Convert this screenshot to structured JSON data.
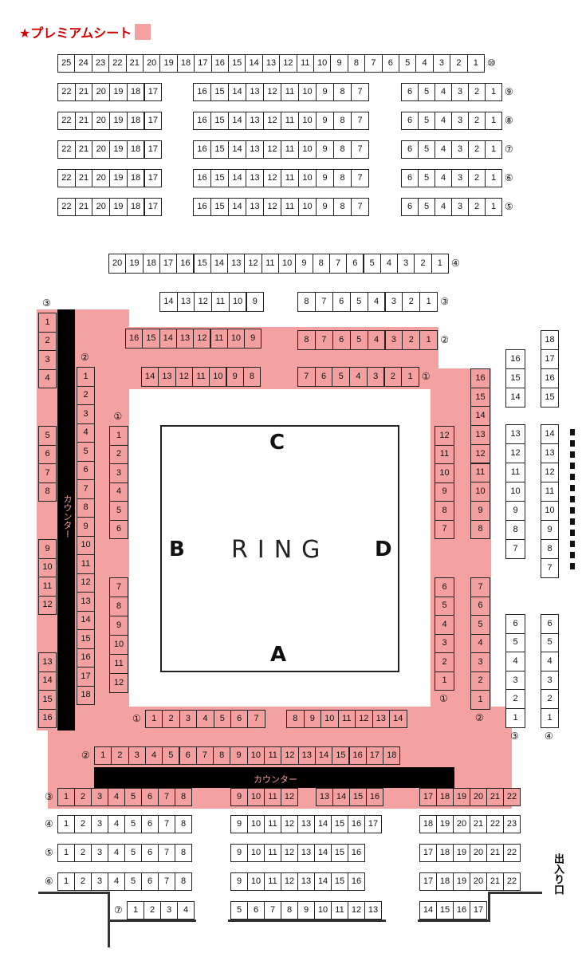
{
  "legend": {
    "label": "★プレミアムシート",
    "color": "#f4a1a1"
  },
  "ring": {
    "label": "RING",
    "sides": {
      "top": "C",
      "bottom": "A",
      "left": "B",
      "right": "D"
    }
  },
  "counter_label": "カウンター",
  "exit_label": "出入り口",
  "colors": {
    "premium": "#f4a1a1",
    "counter": "#000000",
    "legend_text": "#d10000"
  },
  "blocks": [
    {
      "id": "n10",
      "row": "⑩",
      "seats": [
        25,
        24,
        23,
        22,
        21,
        20,
        19,
        18,
        17,
        16,
        15,
        14,
        13,
        12,
        11,
        10,
        9,
        8,
        7,
        6,
        5,
        4,
        3,
        2,
        1
      ],
      "premium": false
    },
    {
      "id": "n9a",
      "row": "",
      "seats": [
        22,
        21,
        20,
        19,
        18,
        17
      ],
      "premium": false
    },
    {
      "id": "n9b",
      "row": "",
      "seats": [
        16,
        15,
        14,
        13,
        12,
        11,
        10,
        9,
        8,
        7
      ],
      "premium": false
    },
    {
      "id": "n9c",
      "row": "⑨",
      "seats": [
        6,
        5,
        4,
        3,
        2,
        1
      ],
      "premium": false
    },
    {
      "id": "n8a",
      "row": "",
      "seats": [
        22,
        21,
        20,
        19,
        18,
        17
      ],
      "premium": false
    },
    {
      "id": "n8b",
      "row": "",
      "seats": [
        16,
        15,
        14,
        13,
        12,
        11,
        10,
        9,
        8,
        7
      ],
      "premium": false
    },
    {
      "id": "n8c",
      "row": "⑧",
      "seats": [
        6,
        5,
        4,
        3,
        2,
        1
      ],
      "premium": false
    },
    {
      "id": "n7a",
      "row": "",
      "seats": [
        22,
        21,
        20,
        19,
        18,
        17
      ],
      "premium": false
    },
    {
      "id": "n7b",
      "row": "",
      "seats": [
        16,
        15,
        14,
        13,
        12,
        11,
        10,
        9,
        8,
        7
      ],
      "premium": false
    },
    {
      "id": "n7c",
      "row": "⑦",
      "seats": [
        6,
        5,
        4,
        3,
        2,
        1
      ],
      "premium": false
    },
    {
      "id": "n6a",
      "row": "",
      "seats": [
        22,
        21,
        20,
        19,
        18,
        17
      ],
      "premium": false
    },
    {
      "id": "n6b",
      "row": "",
      "seats": [
        16,
        15,
        14,
        13,
        12,
        11,
        10,
        9,
        8,
        7
      ],
      "premium": false
    },
    {
      "id": "n6c",
      "row": "⑥",
      "seats": [
        6,
        5,
        4,
        3,
        2,
        1
      ],
      "premium": false
    },
    {
      "id": "n5a",
      "row": "",
      "seats": [
        22,
        21,
        20,
        19,
        18,
        17
      ],
      "premium": false
    },
    {
      "id": "n5b",
      "row": "",
      "seats": [
        16,
        15,
        14,
        13,
        12,
        11,
        10,
        9,
        8,
        7
      ],
      "premium": false
    },
    {
      "id": "n5c",
      "row": "⑤",
      "seats": [
        6,
        5,
        4,
        3,
        2,
        1
      ],
      "premium": false
    },
    {
      "id": "n4",
      "row": "④",
      "seats": [
        20,
        19,
        18,
        17,
        16,
        15,
        14,
        13,
        12,
        11,
        10,
        9,
        8,
        7,
        6,
        5,
        4,
        3,
        2,
        1
      ],
      "premium": false
    },
    {
      "id": "c3a",
      "row": "",
      "seats": [
        14,
        13,
        12,
        11,
        10,
        9
      ],
      "premium": false
    },
    {
      "id": "c3b",
      "row": "③",
      "seats": [
        8,
        7,
        6,
        5,
        4,
        3,
        2,
        1
      ],
      "premium": false
    },
    {
      "id": "c2a",
      "row": "",
      "seats": [
        16,
        15,
        14,
        13,
        12,
        11,
        10,
        9
      ],
      "premium": true
    },
    {
      "id": "c2b",
      "row": "②",
      "seats": [
        8,
        7,
        6,
        5,
        4,
        3,
        2,
        1
      ],
      "premium": true
    },
    {
      "id": "c1a",
      "row": "",
      "seats": [
        14,
        13,
        12,
        11,
        10,
        9,
        8
      ],
      "premium": true
    },
    {
      "id": "c1b",
      "row": "①",
      "seats": [
        7,
        6,
        5,
        4,
        3,
        2,
        1
      ],
      "premium": true
    },
    {
      "id": "b3a",
      "row": "③",
      "seats": [
        1,
        2,
        3,
        4
      ],
      "premium": true
    },
    {
      "id": "b3b",
      "row": "",
      "seats": [
        5,
        6,
        7,
        8
      ],
      "premium": true
    },
    {
      "id": "b3c",
      "row": "",
      "seats": [
        9,
        10,
        11,
        12
      ],
      "premium": true
    },
    {
      "id": "b3d",
      "row": "",
      "seats": [
        13,
        14,
        15,
        16
      ],
      "premium": true
    },
    {
      "id": "b2",
      "row": "②",
      "seats": [
        1,
        2,
        3,
        4,
        5,
        6,
        7,
        8,
        9,
        10,
        11,
        12,
        13,
        14,
        15,
        16,
        17,
        18
      ],
      "premium": true
    },
    {
      "id": "b1a",
      "row": "①",
      "seats": [
        1,
        2,
        3,
        4,
        5,
        6
      ],
      "premium": true
    },
    {
      "id": "b1b",
      "row": "",
      "seats": [
        7,
        8,
        9,
        10,
        11,
        12
      ],
      "premium": true
    },
    {
      "id": "d1a",
      "row": "",
      "seats": [
        12,
        11,
        10,
        9,
        8,
        7
      ],
      "premium": true
    },
    {
      "id": "d1b",
      "row": "①",
      "seats": [
        6,
        5,
        4,
        3,
        2,
        1
      ],
      "premium": true
    },
    {
      "id": "d2a",
      "row": "",
      "seats": [
        16,
        15,
        14,
        13,
        12,
        11,
        10,
        9,
        8
      ],
      "premium": true
    },
    {
      "id": "d2b",
      "row": "②",
      "seats": [
        7,
        6,
        5,
        4,
        3,
        2,
        1
      ],
      "premium": true
    },
    {
      "id": "d3a",
      "row": "",
      "seats": [
        16,
        15,
        14
      ],
      "premium": false
    },
    {
      "id": "d3b",
      "row": "",
      "seats": [
        13,
        12,
        11,
        10,
        9,
        8,
        7
      ],
      "premium": false
    },
    {
      "id": "d3c",
      "row": "③",
      "seats": [
        6,
        5,
        4,
        3,
        2,
        1
      ],
      "premium": false
    },
    {
      "id": "d4a",
      "row": "",
      "seats": [
        18,
        17,
        16,
        15
      ],
      "premium": false
    },
    {
      "id": "d4b",
      "row": "",
      "seats": [
        14,
        13,
        12,
        11,
        10,
        9,
        8,
        7
      ],
      "premium": false
    },
    {
      "id": "d4c",
      "row": "④",
      "seats": [
        6,
        5,
        4,
        3,
        2,
        1
      ],
      "premium": false
    },
    {
      "id": "a1a",
      "row": "①",
      "seats": [
        1,
        2,
        3,
        4,
        5,
        6,
        7
      ],
      "premium": true
    },
    {
      "id": "a1b",
      "row": "",
      "seats": [
        8,
        9,
        10,
        11,
        12,
        13,
        14
      ],
      "premium": true
    },
    {
      "id": "a2",
      "row": "②",
      "seats": [
        1,
        2,
        3,
        4,
        5,
        6,
        7,
        8,
        9,
        10,
        11,
        12,
        13,
        14,
        15,
        16,
        17,
        18
      ],
      "premium": true
    },
    {
      "id": "a3a",
      "row": "③",
      "seats": [
        1,
        2,
        3,
        4,
        5,
        6,
        7,
        8
      ],
      "premium": true
    },
    {
      "id": "a3b",
      "row": "",
      "seats": [
        9,
        10,
        11,
        12
      ],
      "premium": true
    },
    {
      "id": "a3c",
      "row": "",
      "seats": [
        13,
        14,
        15,
        16
      ],
      "premium": true
    },
    {
      "id": "a3d",
      "row": "",
      "seats": [
        17,
        18,
        19,
        20,
        21,
        22
      ],
      "premium": true
    },
    {
      "id": "a4a",
      "row": "④",
      "seats": [
        1,
        2,
        3,
        4,
        5,
        6,
        7,
        8
      ],
      "premium": false
    },
    {
      "id": "a4b",
      "row": "",
      "seats": [
        9,
        10,
        11,
        12,
        13,
        14,
        15,
        16,
        17
      ],
      "premium": false
    },
    {
      "id": "a4c",
      "row": "",
      "seats": [
        18,
        19,
        20,
        21,
        22,
        23
      ],
      "premium": false
    },
    {
      "id": "a5a",
      "row": "⑤",
      "seats": [
        1,
        2,
        3,
        4,
        5,
        6,
        7,
        8
      ],
      "premium": false
    },
    {
      "id": "a5b",
      "row": "",
      "seats": [
        9,
        10,
        11,
        12,
        13,
        14,
        15,
        16
      ],
      "premium": false
    },
    {
      "id": "a5c",
      "row": "",
      "seats": [
        17,
        18,
        19,
        20,
        21,
        22
      ],
      "premium": false
    },
    {
      "id": "a6a",
      "row": "⑥",
      "seats": [
        1,
        2,
        3,
        4,
        5,
        6,
        7,
        8
      ],
      "premium": false
    },
    {
      "id": "a6b",
      "row": "",
      "seats": [
        9,
        10,
        11,
        12,
        13,
        14,
        15,
        16
      ],
      "premium": false
    },
    {
      "id": "a6c",
      "row": "",
      "seats": [
        17,
        18,
        19,
        20,
        21,
        22
      ],
      "premium": false
    },
    {
      "id": "a7a",
      "row": "⑦",
      "seats": [
        1,
        2,
        3,
        4
      ],
      "premium": false
    },
    {
      "id": "a7b",
      "row": "",
      "seats": [
        5,
        6,
        7,
        8,
        9,
        10,
        11,
        12,
        13
      ],
      "premium": false
    },
    {
      "id": "a7c",
      "row": "",
      "seats": [
        14,
        15,
        16,
        17
      ],
      "premium": false
    }
  ]
}
